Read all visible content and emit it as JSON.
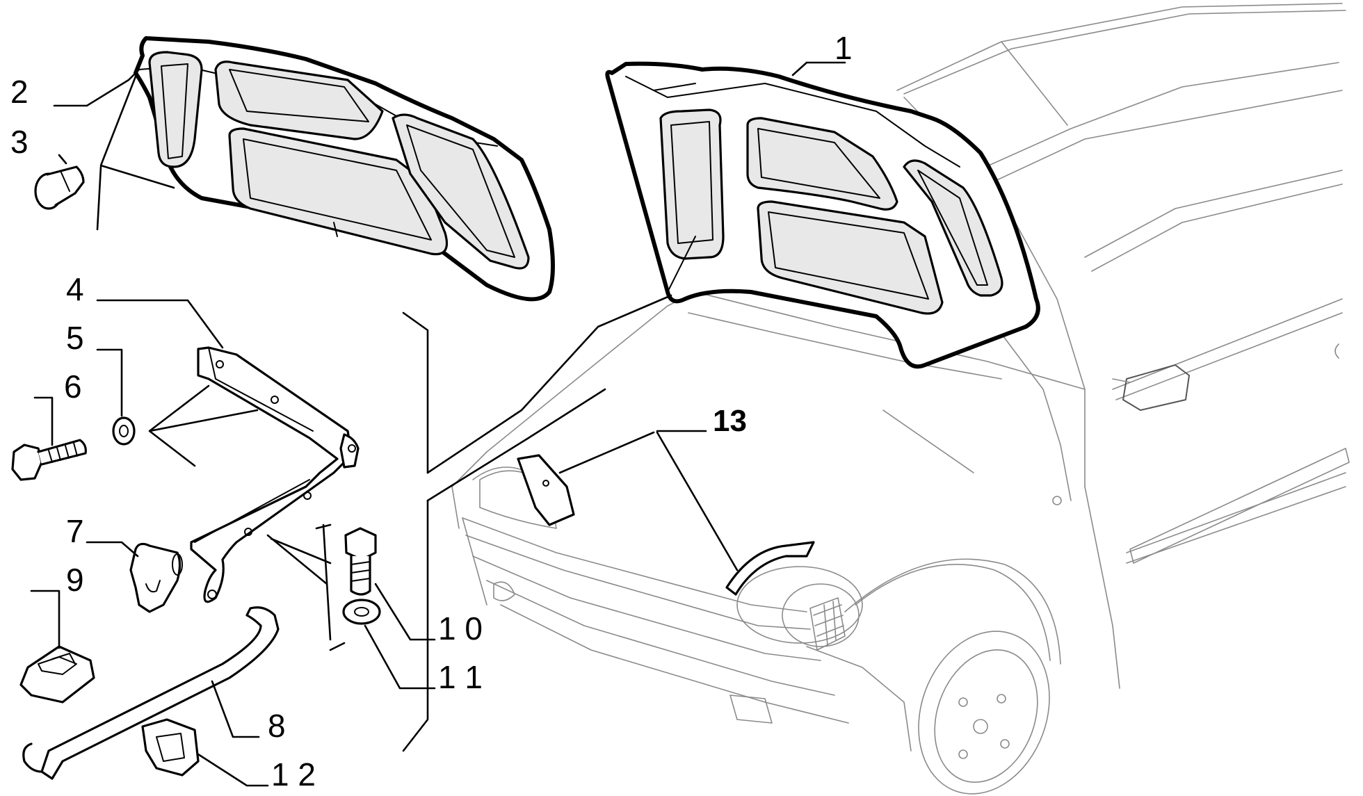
{
  "callouts": [
    "1",
    "2",
    "3",
    "4",
    "5",
    "6",
    "7",
    "9",
    "8",
    "1 0",
    "1 1",
    "1 2",
    "13"
  ]
}
